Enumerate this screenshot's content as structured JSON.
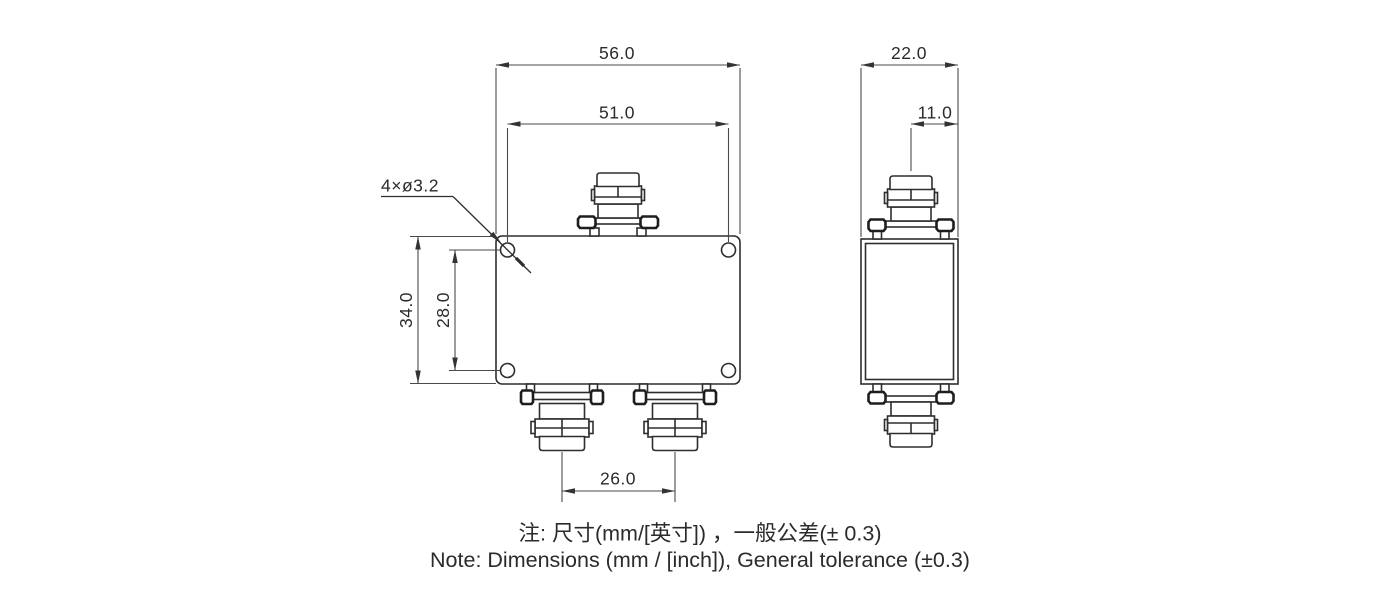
{
  "drawing": {
    "title_hint": "2-way power divider outline drawing",
    "colors": {
      "background": "#ffffff",
      "object_line": "#2e2e2e",
      "dimension_line": "#4a4a4a",
      "text": "#2b2b2b"
    },
    "front_view": {
      "dim_overall_width": "56.0",
      "dim_hole_spacing_horizontal": "51.0",
      "dim_overall_height": "34.0",
      "dim_hole_spacing_vertical": "28.0",
      "dim_output_port_spacing": "26.0",
      "hole_callout": "4×ø3.2",
      "hole_count": 4,
      "output_ports": 2,
      "input_ports": 1
    },
    "side_view": {
      "dim_overall_depth": "22.0",
      "dim_port_center_offset": "11.0"
    },
    "notes": {
      "line1_zh": "注: 尺寸(mm/[英寸]) ，一般公差(± 0.3)",
      "line2_en": "Note: Dimensions (mm / [inch]), General tolerance (±0.3)"
    }
  }
}
